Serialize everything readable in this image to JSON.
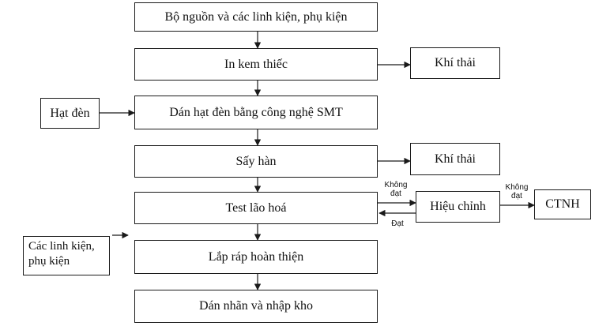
{
  "steps": [
    "Bộ nguồn và các linh kiện, phụ kiện",
    "In kem thiếc",
    "Dán hạt đèn bằng công nghệ SMT",
    "Sấy hàn",
    "Test lão hoá",
    "Lắp ráp hoàn thiện",
    "Dán nhãn và nhập kho"
  ],
  "side_nodes": {
    "khi_thai_1": "Khí thải",
    "khi_thai_2": "Khí thải",
    "hat_den": "Hạt đèn",
    "hieu_chinh": "Hiệu chỉnh",
    "ctnh": "CTNH",
    "linh_kien_line1": "Các linh kiện,",
    "linh_kien_line2": "phụ kiện"
  },
  "edge_labels": {
    "khong_dat_1_line1": "Không",
    "khong_dat_1_line2": "đạt",
    "dat": "Đạt",
    "khong_dat_2_line1": "Không",
    "khong_dat_2_line2": "đạt"
  }
}
